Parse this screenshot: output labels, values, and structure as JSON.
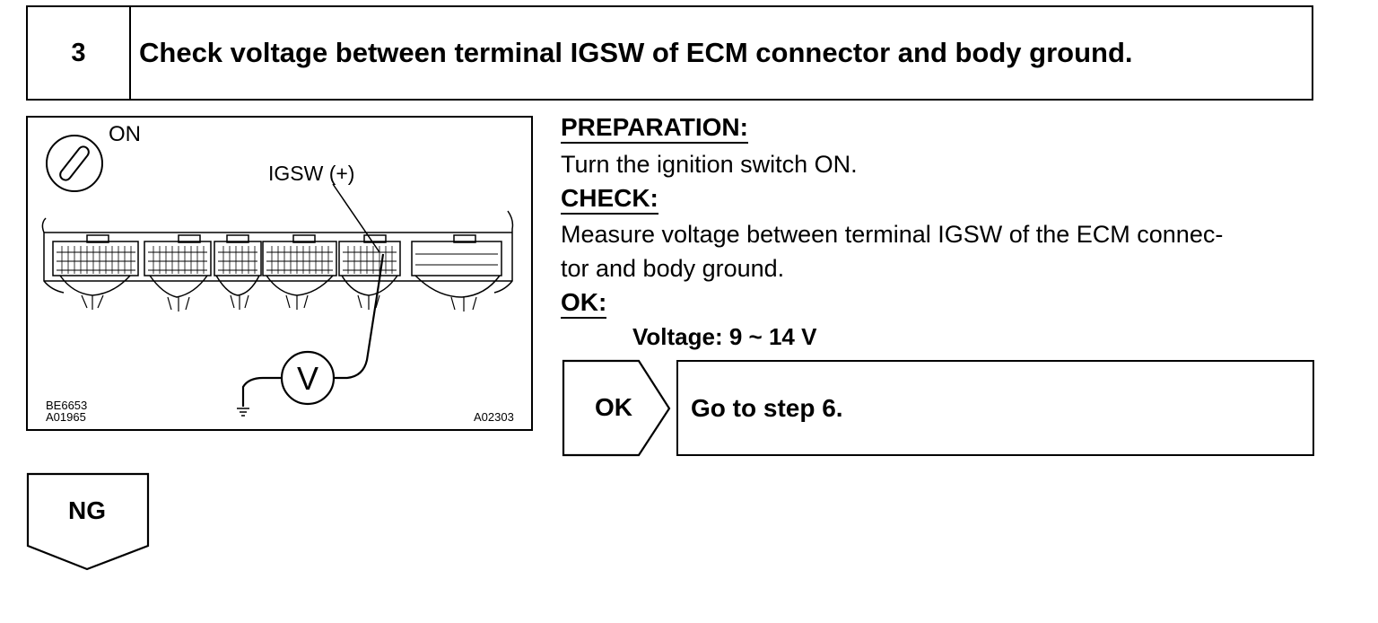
{
  "step": {
    "number": "3",
    "title": "Check voltage between terminal IGSW of ECM connector and body ground."
  },
  "figure": {
    "ignition_label": "ON",
    "terminal_label": "IGSW (+)",
    "meter_symbol": "V",
    "code_1": "BE6653",
    "code_2": "A01965",
    "code_3": "A02303",
    "icons": [
      "ignition-key-icon",
      "ecm-connector-icon",
      "voltmeter-icon",
      "ground-icon"
    ]
  },
  "instructions": {
    "preparation_heading": "PREPARATION:",
    "preparation_text": "Turn the ignition switch ON.",
    "check_heading": "CHECK:",
    "check_text_line1": "Measure voltage between terminal IGSW of the ECM connec-",
    "check_text_line2": "tor and body ground.",
    "ok_heading": "OK:",
    "spec": "Voltage: 9 ~ 14 V"
  },
  "result_ok": {
    "label": "OK",
    "action": "Go to step 6."
  },
  "result_ng": {
    "label": "NG"
  }
}
